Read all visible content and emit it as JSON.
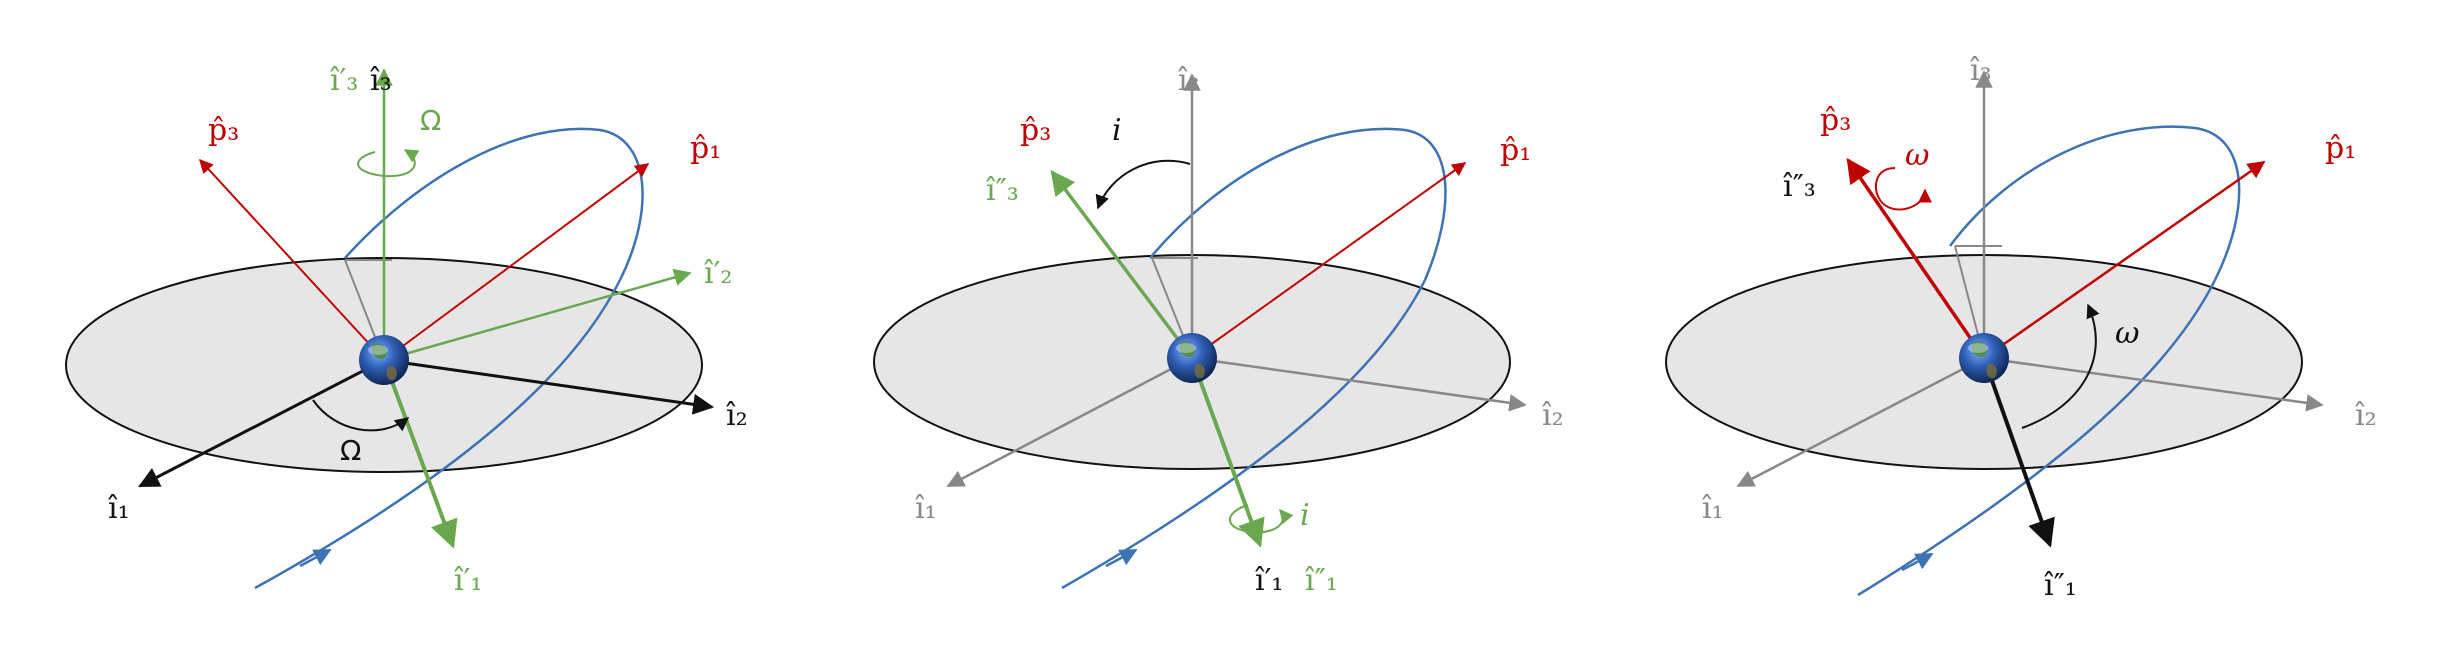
{
  "colors": {
    "black": "#111111",
    "gray": "#888888",
    "green": "#6aa84f",
    "red": "#c00000",
    "blue": "#3d72b4",
    "plane_fill": "#e6e6e6"
  },
  "panels": [
    {
      "earth_icon": "earth-icon",
      "labels": {
        "i3_prime": "î′₃",
        "i3": "î₃",
        "Omega_top": "Ω",
        "p3": "p̂₃",
        "p1": "p̂₁",
        "i2_prime": "î′₂",
        "i2": "î₂",
        "Omega_angle": "Ω",
        "i1": "î₁",
        "i1_prime": "î′₁"
      }
    },
    {
      "earth_icon": "earth-icon",
      "labels": {
        "i3": "î₃",
        "p3": "p̂₃",
        "i_top": "i",
        "i3_dprime": "î″₃",
        "p1": "p̂₁",
        "i2": "î₂",
        "i1": "î₁",
        "i_rot": "i",
        "i1_prime": "î′₁",
        "i1_dprime": "î″₁"
      }
    },
    {
      "earth_icon": "earth-icon",
      "labels": {
        "i3": "î₃",
        "p3": "p̂₃",
        "omega_top": "ω",
        "i3_dprime": "î″₃",
        "p1": "p̂₁",
        "omega_angle": "ω",
        "i2": "î₂",
        "i1": "î₁",
        "i1_dprime": "î″₁"
      }
    }
  ]
}
